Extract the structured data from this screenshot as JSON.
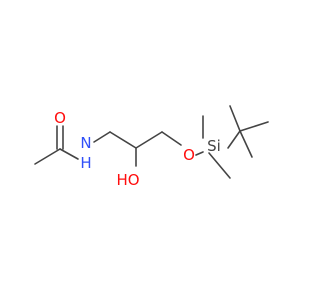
{
  "molecule": {
    "atoms": {
      "oxygen_carbonyl": "O",
      "nitrogen": "N",
      "hydrogen_on_n": "H",
      "hydroxyl": "HO",
      "oxygen_ether": "O",
      "silicon": "Si"
    }
  },
  "colors": {
    "bond": "#444444",
    "oxygen": "#ff0d0d",
    "nitrogen": "#3050f8",
    "silicon": "#444444",
    "background": "#ffffff"
  }
}
